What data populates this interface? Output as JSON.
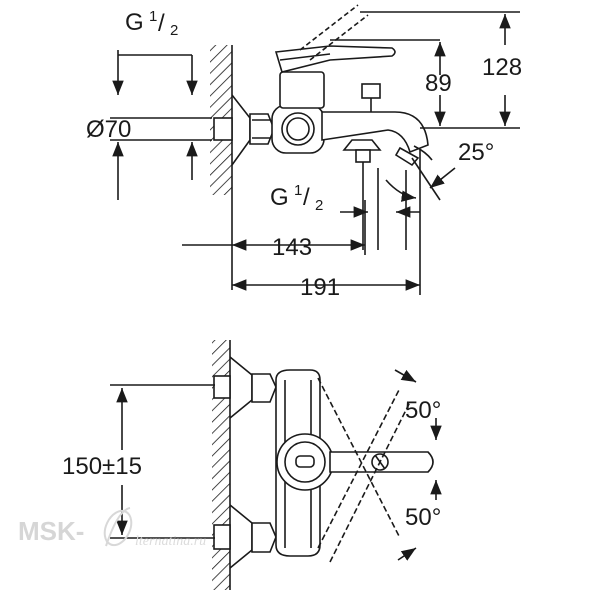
{
  "side_view": {
    "thread_top": {
      "main": "G",
      "sup": "1",
      "sub": "2"
    },
    "diameter": "Ø70",
    "thread_bottom": {
      "main": "G",
      "sup": "1",
      "sub": "2"
    },
    "height_89": "89",
    "height_128": "128",
    "angle": "25°",
    "length_143": "143",
    "length_191": "191"
  },
  "front_view": {
    "spacing": "150±15",
    "angle_top": "50°",
    "angle_bottom": "50°"
  },
  "watermark": {
    "prefix": "MSK-",
    "script": "lternatina.ru"
  },
  "colors": {
    "line": "#1a1a1a",
    "wall_hatch": "#1a1a1a",
    "watermark": "#d6d6d6"
  }
}
